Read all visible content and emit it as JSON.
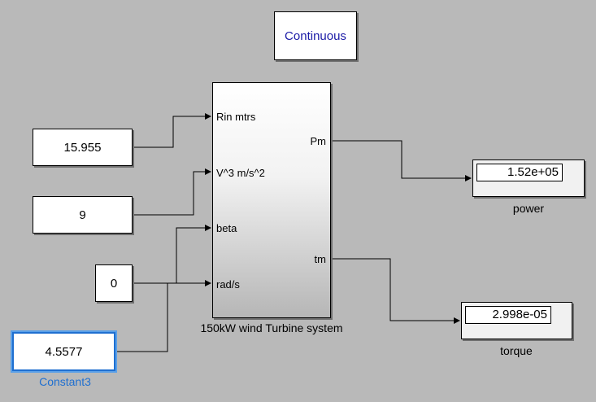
{
  "solver_block": {
    "label": "Continuous"
  },
  "constants": [
    {
      "value": "15.955"
    },
    {
      "value": "9"
    },
    {
      "value": "0"
    },
    {
      "value": "4.5577",
      "name": "Constant3"
    }
  ],
  "subsystem": {
    "name": "150kW wind Turbine system",
    "inputs": [
      "Rin mtrs",
      "V^3 m/s^2",
      "beta",
      "rad/s"
    ],
    "outputs": [
      "Pm",
      "tm"
    ]
  },
  "displays": [
    {
      "value": "1.52e+05",
      "name": "power"
    },
    {
      "value": "2.998e-05",
      "name": "torque"
    }
  ],
  "colors": {
    "background": "#b9b9b9",
    "selection": "#1f6fd0",
    "solver_text": "#1a1aa6"
  }
}
